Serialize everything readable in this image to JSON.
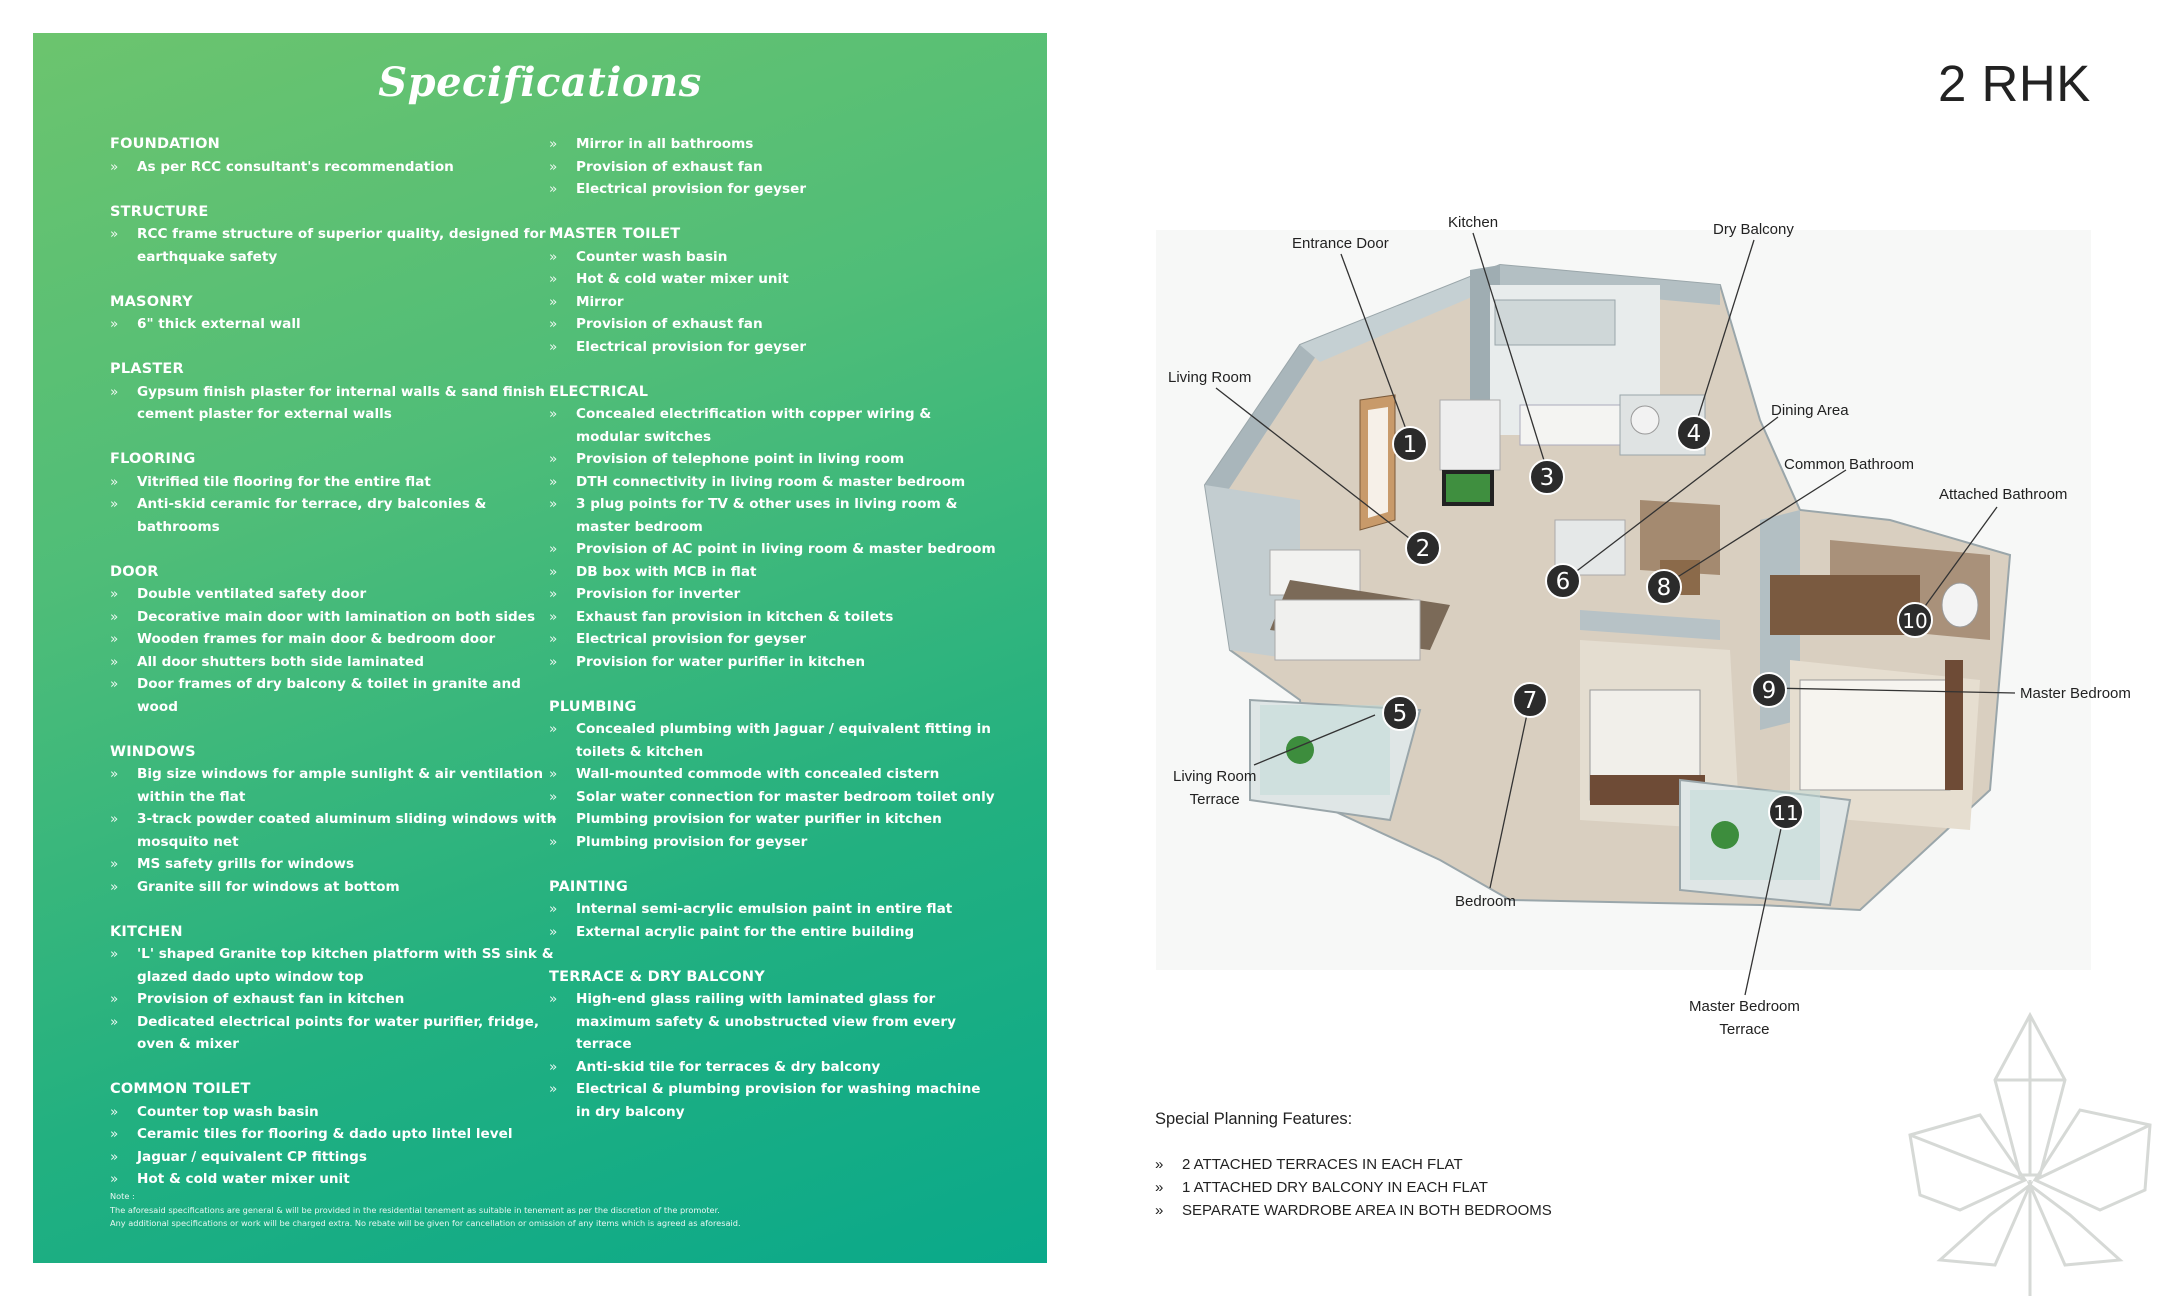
{
  "specifications": {
    "title": "Specifications",
    "left_column": [
      {
        "heading": "FOUNDATION",
        "items": [
          "As per RCC consultant's recommendation"
        ]
      },
      {
        "heading": "STRUCTURE",
        "items": [
          "RCC frame structure of superior quality, designed for earthquake safety"
        ]
      },
      {
        "heading": "MASONRY",
        "items": [
          "6\" thick external wall"
        ]
      },
      {
        "heading": "PLASTER",
        "items": [
          "Gypsum finish plaster for internal walls & sand finish cement plaster for external walls"
        ]
      },
      {
        "heading": "FLOORING",
        "items": [
          "Vitrified tile flooring for the entire flat",
          "Anti-skid ceramic for terrace, dry balconies & bathrooms"
        ]
      },
      {
        "heading": "DOOR",
        "items": [
          "Double ventilated safety door",
          "Decorative main door with lamination on both sides",
          "Wooden frames for main door & bedroom door",
          "All door shutters both side laminated",
          "Door frames of dry balcony & toilet in granite and wood"
        ]
      },
      {
        "heading": "WINDOWS",
        "items": [
          "Big size windows for ample sunlight & air ventilation within the flat",
          "3-track powder coated aluminum sliding windows with mosquito net",
          "MS safety grills for windows",
          "Granite sill for windows at bottom"
        ]
      },
      {
        "heading": "KITCHEN",
        "items": [
          "'L' shaped Granite top kitchen platform with SS sink & glazed dado upto window top",
          "Provision of exhaust fan in kitchen",
          "Dedicated electrical points for water purifier, fridge, oven & mixer"
        ]
      },
      {
        "heading": "COMMON TOILET",
        "items": [
          "Counter top wash basin",
          "Ceramic tiles for flooring & dado upto lintel level",
          "Jaguar / equivalent CP fittings",
          "Hot & cold water mixer unit"
        ]
      }
    ],
    "right_column": [
      {
        "heading": "",
        "items": [
          "Mirror in all bathrooms",
          "Provision of exhaust fan",
          "Electrical provision for geyser"
        ]
      },
      {
        "heading": "MASTER TOILET",
        "items": [
          "Counter wash basin",
          "Hot & cold water mixer unit",
          "Mirror",
          "Provision of exhaust fan",
          "Electrical provision for geyser"
        ]
      },
      {
        "heading": "ELECTRICAL",
        "items": [
          "Concealed electrification with copper wiring & modular switches",
          "Provision of telephone point in living room",
          "DTH connectivity in living room & master bedroom",
          "3 plug points for TV & other uses in living room & master bedroom",
          "Provision of AC point in living room & master bedroom",
          "DB box with MCB in flat",
          "Provision for inverter",
          "Exhaust fan provision in kitchen & toilets",
          "Electrical provision for geyser",
          "Provision for water purifier in kitchen"
        ]
      },
      {
        "heading": "PLUMBING",
        "items": [
          "Concealed plumbing with Jaguar / equivalent fitting in toilets & kitchen",
          "Wall-mounted commode with concealed cistern",
          "Solar water connection for master bedroom toilet only",
          "Plumbing provision for water purifier in kitchen",
          "Plumbing provision for geyser"
        ]
      },
      {
        "heading": "PAINTING",
        "items": [
          "Internal semi-acrylic emulsion paint in entire flat",
          "External acrylic paint for the entire building"
        ]
      },
      {
        "heading": "TERRACE & DRY BALCONY",
        "items": [
          "High-end glass railing with laminated glass for maximum safety & unobstructed view from every terrace",
          "Anti-skid tile for terraces & dry balcony",
          "Electrical & plumbing provision for washing machine in dry balcony"
        ]
      }
    ],
    "note": {
      "label": "Note :",
      "line1": "The aforesaid specifications are general & will be provided in the residential tenement as suitable in tenement as per the discretion of the promoter.",
      "line2": "Any additional specifications or work will be charged extra. No rebate will be given for cancellation or omission of any items which is agreed as aforesaid."
    }
  },
  "floor_plan": {
    "title": "2 RHK",
    "labels": {
      "entrance_door": "Entrance Door",
      "kitchen": "Kitchen",
      "dry_balcony": "Dry Balcony",
      "living_room": "Living Room",
      "dining_area": "Dining Area",
      "common_bathroom": "Common Bathroom",
      "attached_bathroom": "Attached Bathroom",
      "master_bedroom": "Master Bedroom",
      "living_room_terrace_line1": "Living Room",
      "living_room_terrace_line2": "Terrace",
      "bedroom": "Bedroom",
      "master_bedroom_terrace_line1": "Master Bedroom",
      "master_bedroom_terrace_line2": "Terrace"
    },
    "markers": [
      "1",
      "2",
      "3",
      "4",
      "5",
      "6",
      "7",
      "8",
      "9",
      "10",
      "11"
    ]
  },
  "features": {
    "heading": "Special Planning Features:",
    "items": [
      "2 ATTACHED TERRACES IN EACH FLAT",
      "1 ATTACHED DRY BALCONY IN EACH FLAT",
      "SEPARATE WARDROBE AREA IN BOTH BEDROOMS"
    ]
  },
  "colors": {
    "panel_gradient_start": "#6cc46e",
    "panel_gradient_end": "#0aa98a",
    "marker_fill": "#2b2b2b",
    "wall": "#b9c4c8"
  },
  "icons": [
    "leaf-watermark-icon",
    "bullet-raquo-icon"
  ]
}
